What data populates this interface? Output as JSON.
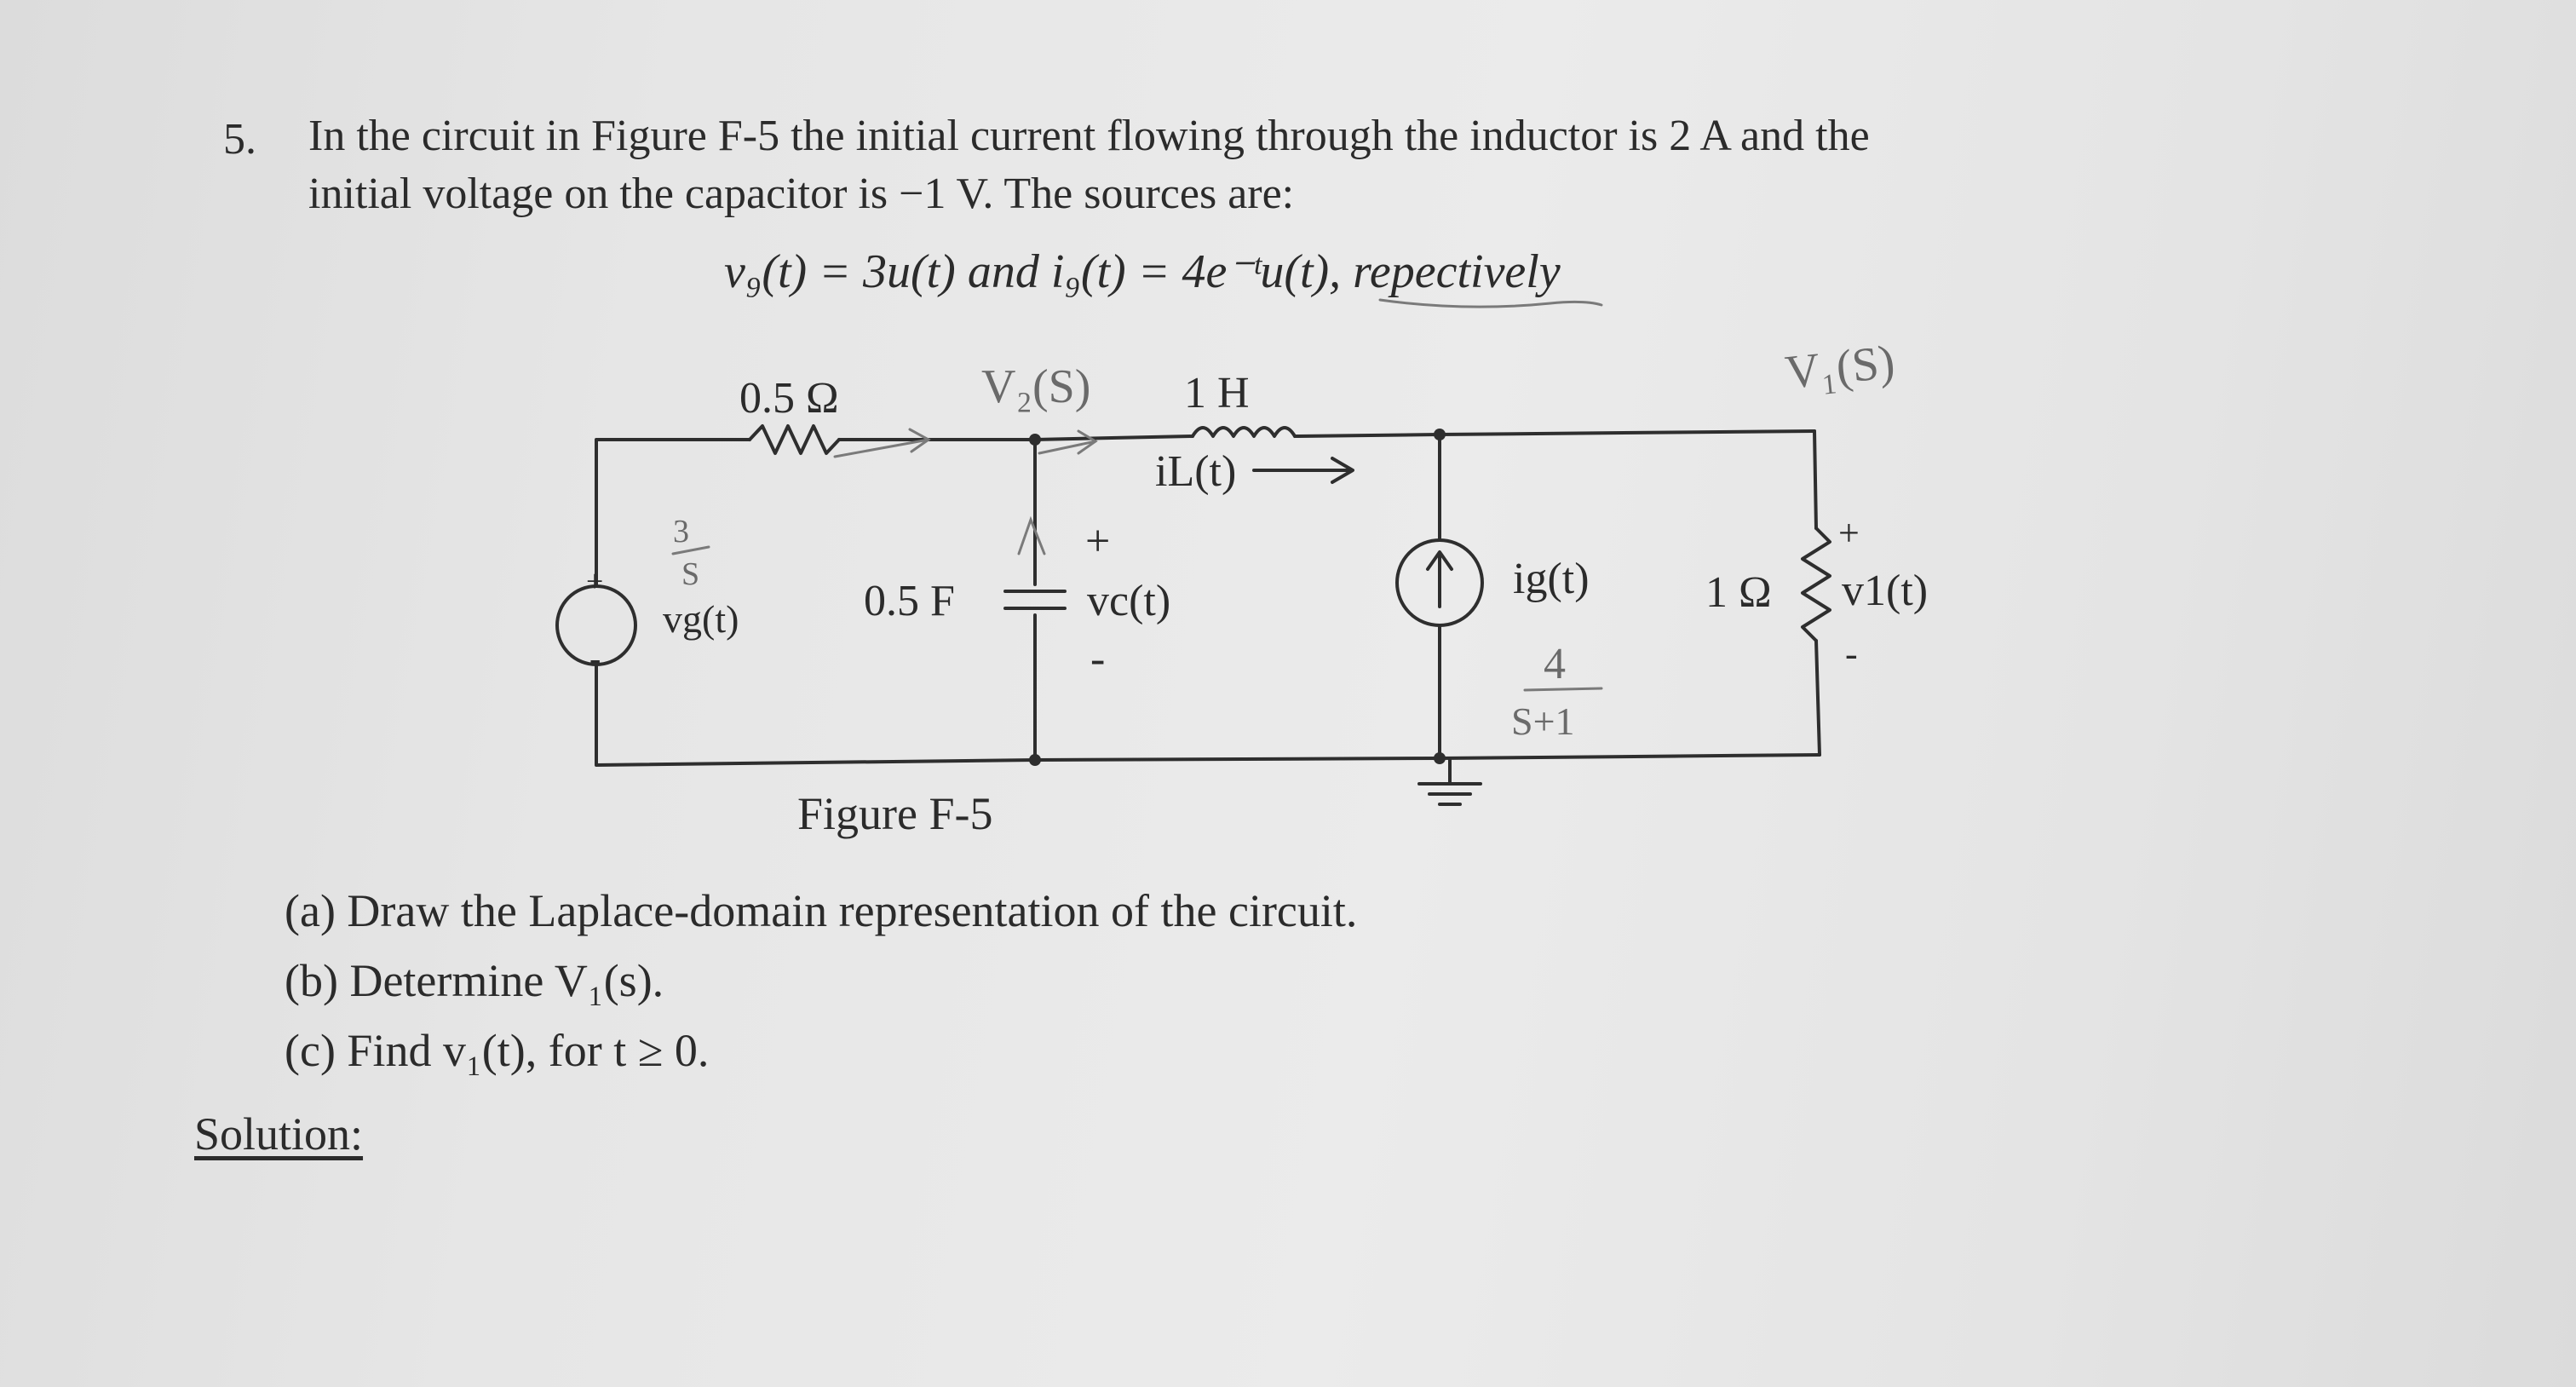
{
  "problem": {
    "number": "5.",
    "line1": "In the circuit in Figure F-5 the initial current flowing through the inductor is 2 A and the",
    "line2": "initial voltage on the capacitor is −1 V.  The sources are:",
    "sources_equation": "v₉(t) = 3u(t) and i₉(t) = 4e⁻ᵗu(t), repectively"
  },
  "figure": {
    "caption": "Figure F-5",
    "labels": {
      "resistor_series": "0.5 Ω",
      "inductor": "1 H",
      "inductor_current": "iL(t)",
      "capacitor": "0.5 F",
      "capacitor_voltage": "vc(t)",
      "voltage_source": "vg(t)",
      "current_source": "ig(t)",
      "resistor_load": "1 Ω",
      "load_voltage": "v1(t)",
      "plus": "+",
      "minus": "-"
    },
    "handwritten": {
      "node_v2": "V₂(S)",
      "node_v1": "V₁(S)",
      "vg_laplace_num": "3",
      "vg_laplace_den": "S",
      "ig_laplace_num": "4",
      "ig_laplace_den": "S+1"
    }
  },
  "questions": [
    "(a)  Draw the Laplace-domain representation of the circuit.",
    "(b)  Determine V₁(s).",
    "(c)  Find v₁(t), for t ≥ 0."
  ],
  "solution_label": "Solution:"
}
